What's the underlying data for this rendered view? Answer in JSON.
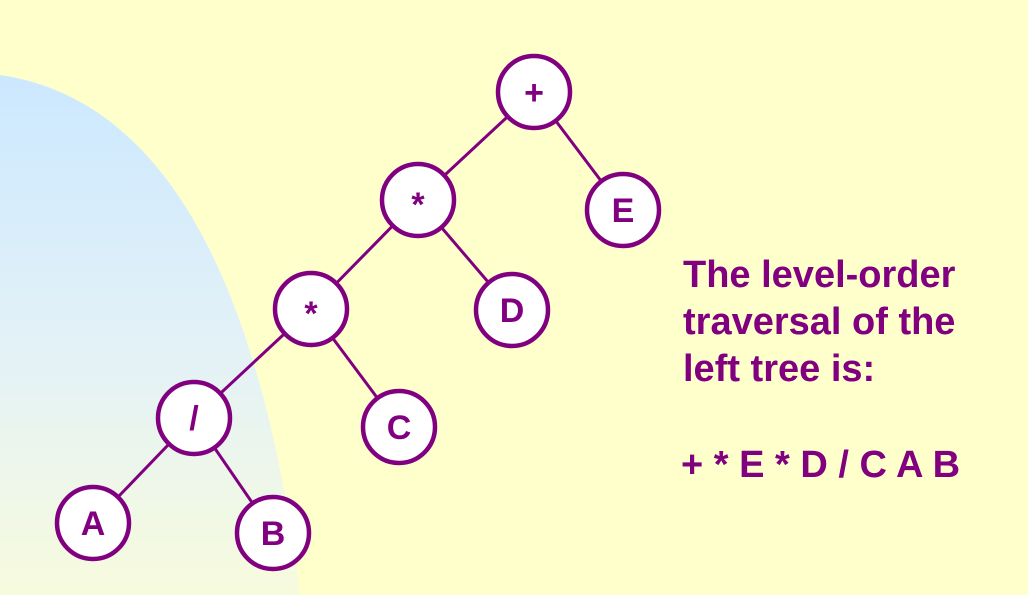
{
  "colors": {
    "background": "#FFFFCC",
    "accent_blue": "#CCE8FF",
    "purple": "#800080",
    "node_fill": "#FFFFFF"
  },
  "tree": {
    "nodes": [
      {
        "id": "plus",
        "label": "+"
      },
      {
        "id": "mul1",
        "label": "*"
      },
      {
        "id": "E",
        "label": "E"
      },
      {
        "id": "mul2",
        "label": "*"
      },
      {
        "id": "D",
        "label": "D"
      },
      {
        "id": "div",
        "label": "/"
      },
      {
        "id": "C",
        "label": "C"
      },
      {
        "id": "A",
        "label": "A"
      },
      {
        "id": "B",
        "label": "B"
      }
    ],
    "edges": [
      [
        "plus",
        "mul1"
      ],
      [
        "plus",
        "E"
      ],
      [
        "mul1",
        "mul2"
      ],
      [
        "mul1",
        "D"
      ],
      [
        "mul2",
        "div"
      ],
      [
        "mul2",
        "C"
      ],
      [
        "div",
        "A"
      ],
      [
        "div",
        "B"
      ]
    ]
  },
  "caption": {
    "line1": "The level-order",
    "line2": "traversal of the",
    "line3": "left tree is:"
  },
  "result": "+ * E * D / C A B"
}
